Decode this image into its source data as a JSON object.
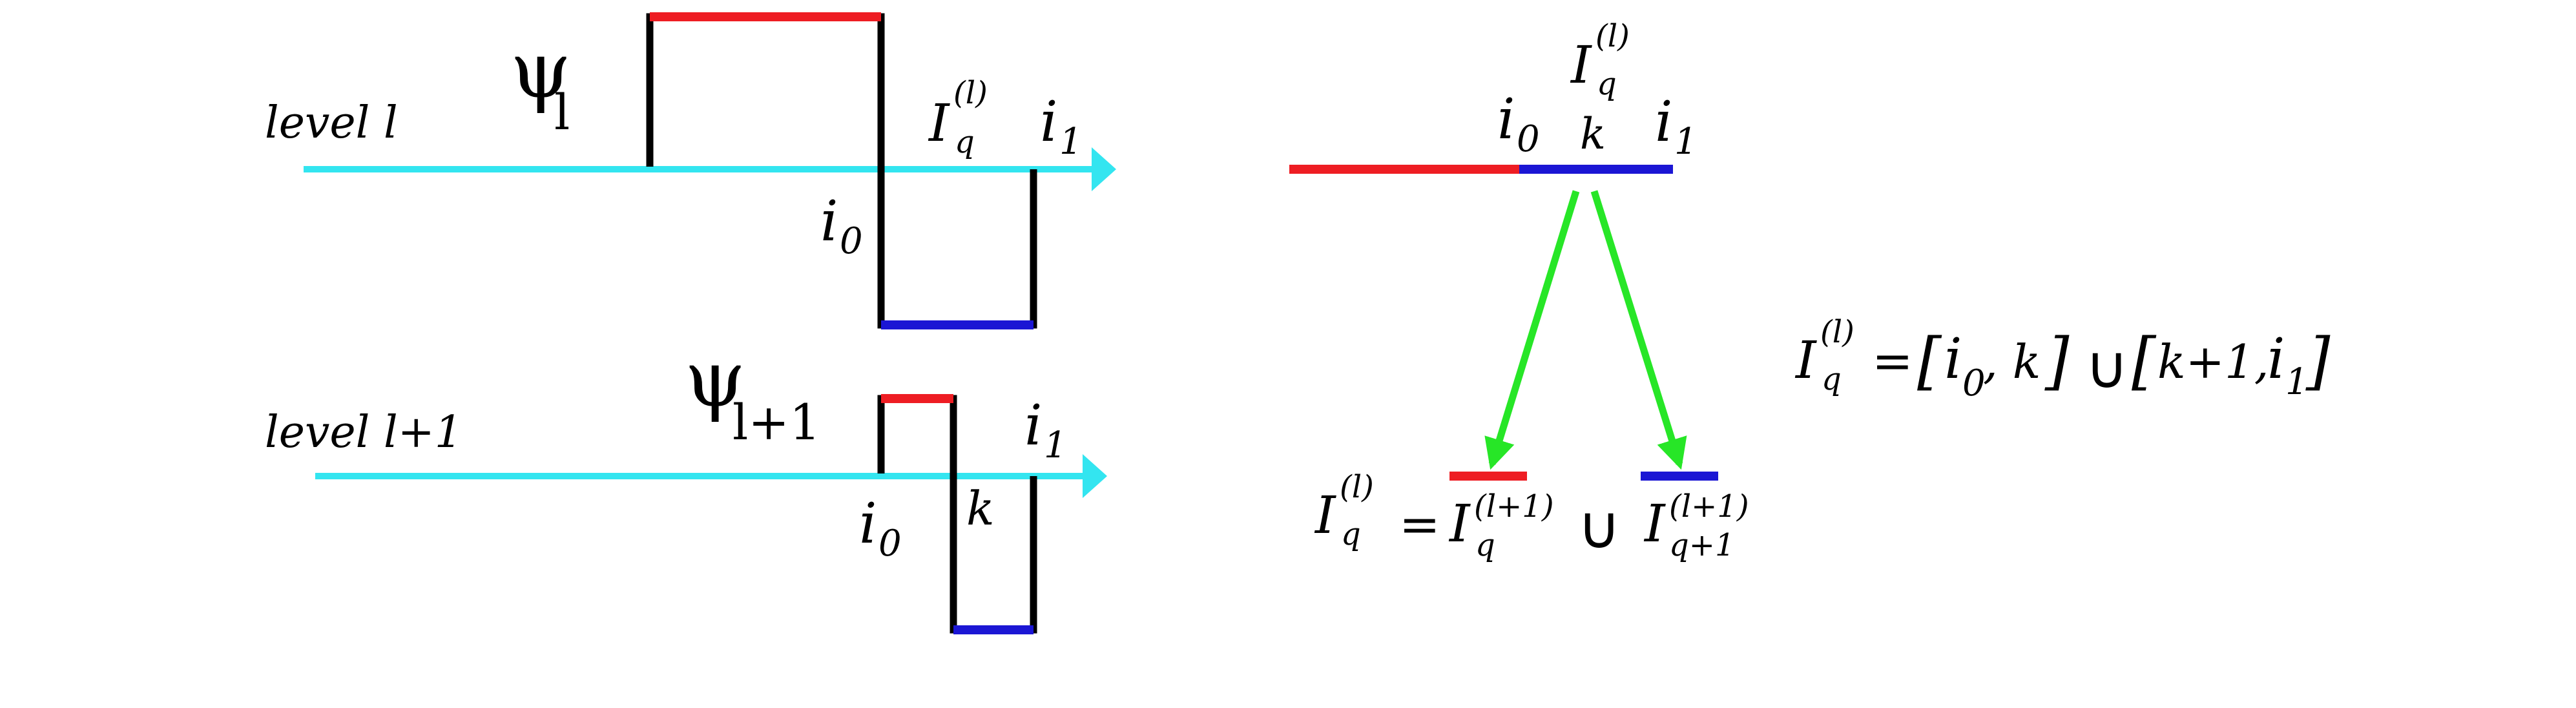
{
  "colors": {
    "axis": "#33e5f0",
    "positive_segment": "#ee1d23",
    "negative_segment": "#1b16d4",
    "split_arrow": "#27e627",
    "wavelet": "#000000"
  },
  "left_panel": {
    "top": {
      "level_label": "level l",
      "psi_symbol": "ψ",
      "psi_subscript": "l",
      "interval_symbol": "I",
      "interval_sub": "q",
      "interval_sup": "(l)",
      "i0_base": "i",
      "i0_sub": "0",
      "i1_base": "i",
      "i1_sub": "1"
    },
    "bottom": {
      "level_label": "level l+1",
      "psi_symbol": "ψ",
      "psi_subscript": "l+1",
      "i0_base": "i",
      "i0_sub": "0",
      "k_label": "k",
      "i1_base": "i",
      "i1_sub": "1"
    }
  },
  "right_panel": {
    "top_interval": {
      "symbol": "I",
      "sub": "q",
      "sup": "(l)",
      "i0_base": "i",
      "i0_sub": "0",
      "k_label": "k",
      "i1_base": "i",
      "i1_sub": "1"
    },
    "bottom_equation": {
      "lhs_symbol": "I",
      "lhs_sub": "q",
      "lhs_sup": "(l)",
      "equals": "=",
      "term1_symbol": "I",
      "term1_sub": "q",
      "term1_sup": "(l+1)",
      "union": "∪",
      "term2_symbol": "I",
      "term2_sub": "q+1",
      "term2_sup": "(l+1)"
    },
    "formula": {
      "lhs_symbol": "I",
      "lhs_sub": "q",
      "lhs_sup": "(l)",
      "equals": "=",
      "open1": "[",
      "i0_base": "i",
      "i0_sub": "0",
      "comma_k": ", k",
      "close1": "]",
      "union": "∪",
      "open2": "[",
      "k_plus_1": "k+1,",
      "i1_base": "i",
      "i1_sub": "1",
      "close2": "]"
    }
  }
}
